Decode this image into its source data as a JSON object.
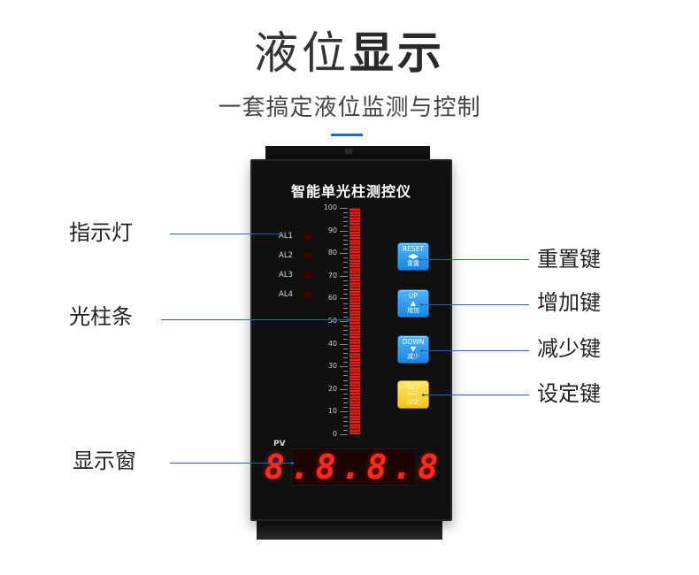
{
  "header": {
    "title_light": "液位",
    "title_bold": "显示",
    "subtitle": "一套搞定液位监测与控制"
  },
  "device": {
    "title": "智能单光柱测控仪",
    "scale_labels": [
      "100",
      "90",
      "80",
      "70",
      "60",
      "50",
      "40",
      "30",
      "20",
      "10",
      "0"
    ],
    "bar_level_percent": 100,
    "alarms": [
      "AL1",
      "AL2",
      "AL3",
      "AL4"
    ],
    "pv_label": "PV",
    "display_value": "8.8.8.8",
    "keys": [
      {
        "top": "RESET",
        "arrow": "◀▶",
        "bottom": "重置",
        "color": "blue"
      },
      {
        "top": "UP",
        "arrow": "▲",
        "bottom": "增加",
        "color": "blue"
      },
      {
        "top": "DOWN",
        "arrow": "▼",
        "bottom": "减少",
        "color": "blue"
      },
      {
        "top": "SET",
        "arrow": "⟵",
        "bottom": "设定",
        "color": "yellow"
      }
    ]
  },
  "callouts": {
    "indicator": "指示灯",
    "bar": "光柱条",
    "display": "显示窗",
    "reset": "重置键",
    "up": "增加键",
    "down": "减少键",
    "set": "设定键"
  },
  "colors": {
    "accent": "#1f6fbf",
    "bar_red": "#e3241e",
    "display_red": "#ff2a1e",
    "key_blue": "#2a95f0",
    "key_yellow": "#f4c31a"
  }
}
